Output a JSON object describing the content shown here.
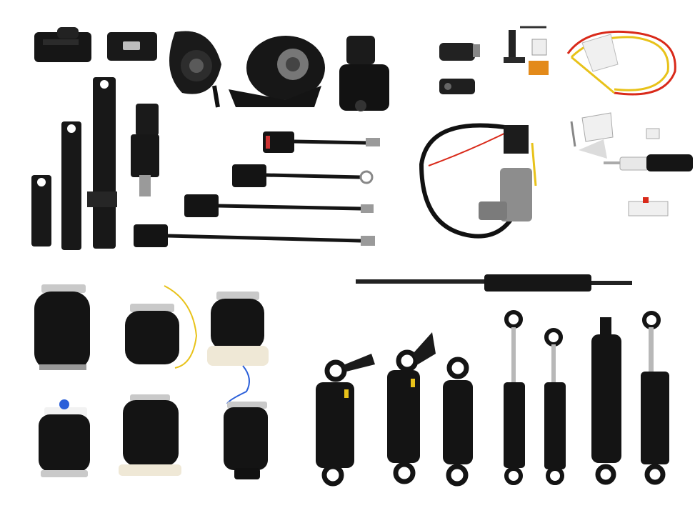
{
  "scene": {
    "description_free": true,
    "background": "#ffffff",
    "colors": {
      "rubber": "#141414",
      "metal": "#9a9a9a",
      "chrome": "#c9c9c9",
      "wire_red": "#d92a1a",
      "wire_yellow": "#e8c21a",
      "wire_blue": "#2a5fd9",
      "cream": "#efe8d6",
      "orange_label": "#e38a1a",
      "white_part": "#f2f2f2"
    },
    "groups": {
      "seat_belts": "seat-belt-group",
      "buckles": "buckle-stalk-group",
      "switches": "switch-group",
      "air_springs": "air-spring-group",
      "shock_absorbers": "shock-absorber-group",
      "gas_strut": "gas-strut"
    }
  }
}
